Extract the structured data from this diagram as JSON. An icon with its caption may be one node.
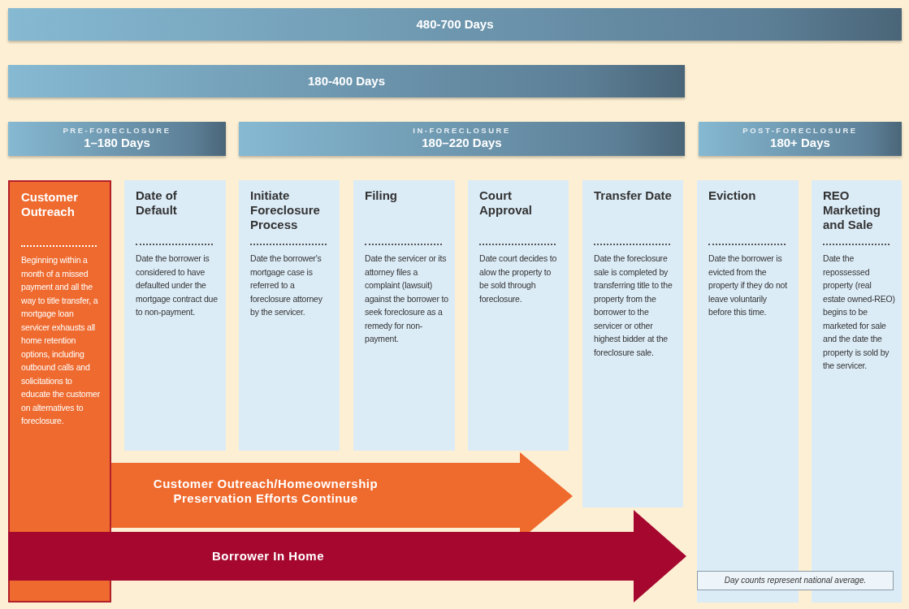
{
  "diagram": {
    "nodes": [
      {
        "text": [
          "480-700 Days"
        ]
      },
      {
        "text": [
          "180-400 Days"
        ]
      },
      {
        "text": [
          "PRE-FORECLOSURE",
          "1–180 Days"
        ]
      },
      {
        "text": [
          "IN-FORECLOSURE",
          "180–220 Days"
        ]
      },
      {
        "text": [
          "POST-FORECLOSURE",
          "180+ Days"
        ]
      },
      {
        "text": [
          "Customer Outreach",
          "Beginning within a month of a missed payment and all the way to title transfer, a mortgage loan servicer exhausts all home retention options, including outbound calls and solicitations to educate the customer on alternatives to foreclosure."
        ]
      },
      {
        "text": [
          "Date of Default",
          "Date the borrower is considered to have defaulted under the mortgage contract due to non-payment."
        ]
      },
      {
        "text": [
          "Initiate Foreclosure Process",
          "Date the borrower's mortgage case is referred to a foreclosure attorney by the servicer."
        ]
      },
      {
        "text": [
          "Filing",
          "Date the servicer or its attorney files a complaint (lawsuit) against the borrower to seek foreclosure as a remedy for non-payment."
        ]
      },
      {
        "text": [
          "Court Approval",
          "Date court decides to alow the property to be sold through foreclosure."
        ]
      },
      {
        "text": [
          "Transfer Date",
          "Date the foreclosure sale is completed by transferring title to the property from the borrower to the servicer or other highest bidder at the foreclosure sale."
        ]
      },
      {
        "text": [
          "Eviction",
          "Date the borrower is evicted from the property if they do not leave voluntarily before this time."
        ]
      },
      {
        "text": [
          "REO Marketing and Sale",
          "Date the repossessed property (real estate owned-REO) begins to be marketed for sale and the date the property is sold by the servicer."
        ]
      },
      {
        "text": [
          "Customer Outreach/Homeownership Preservation Efforts Continue"
        ]
      },
      {
        "text": [
          "Borrower In Home"
        ]
      }
    ],
    "labels": [
      "Day counts represent national average."
    ]
  }
}
